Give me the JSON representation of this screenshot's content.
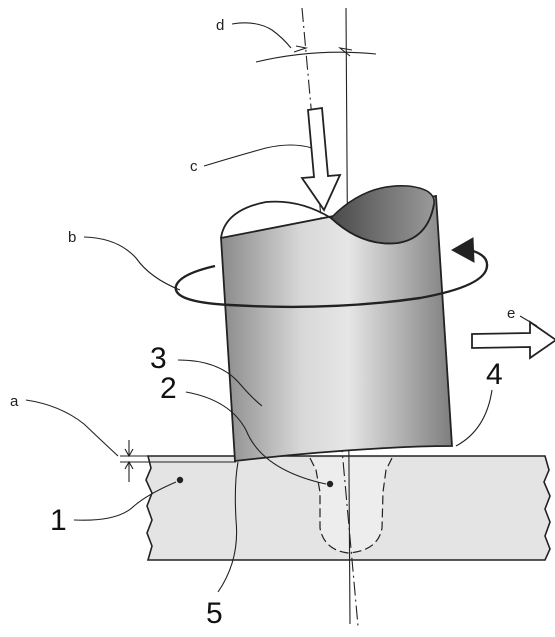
{
  "labels": {
    "a": "a",
    "b": "b",
    "c": "c",
    "d": "d",
    "e": "e",
    "n1": "1",
    "n2": "2",
    "n3": "3",
    "n4": "4",
    "n5": "5"
  }
}
